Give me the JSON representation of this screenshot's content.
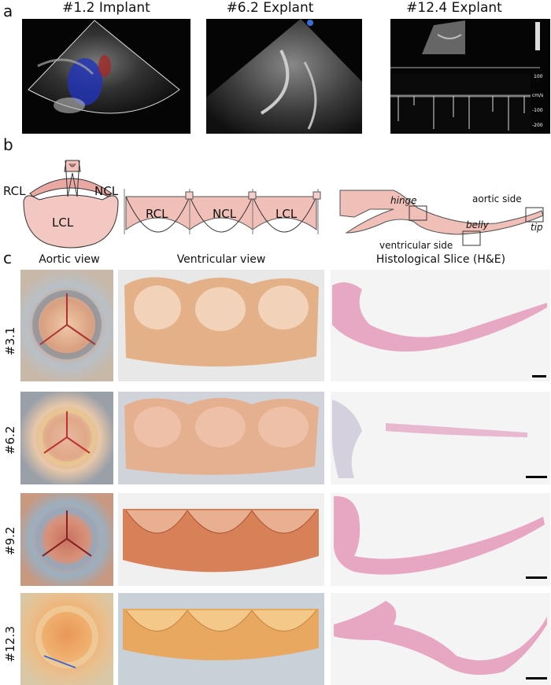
{
  "figure": {
    "panels": {
      "a": "a",
      "b": "b",
      "c": "c"
    },
    "section_a": {
      "images": [
        {
          "title": "#1.2 Implant"
        },
        {
          "title": "#6.2 Explant"
        },
        {
          "title": "#12.4 Explant"
        }
      ],
      "doppler_axis": [
        "100",
        "cm/s",
        "-100",
        "-200"
      ]
    },
    "section_b": {
      "root_labels": {
        "rcl": "RCL",
        "ncl": "NCL",
        "lcl": "LCL"
      },
      "unrolled_labels": [
        "RCL",
        "NCL",
        "LCL"
      ],
      "leaflet_labels": {
        "hinge": "hinge",
        "belly": "belly",
        "tip": "tip",
        "aortic_side": "aortic side",
        "ventricular_side": "ventricular side"
      }
    },
    "section_c": {
      "columns": [
        "Aortic view",
        "Ventricular view",
        "Histological Slice (H&E)"
      ],
      "rows": [
        "#3.1",
        "#6.2",
        "#9.2",
        "#12.3"
      ]
    }
  }
}
